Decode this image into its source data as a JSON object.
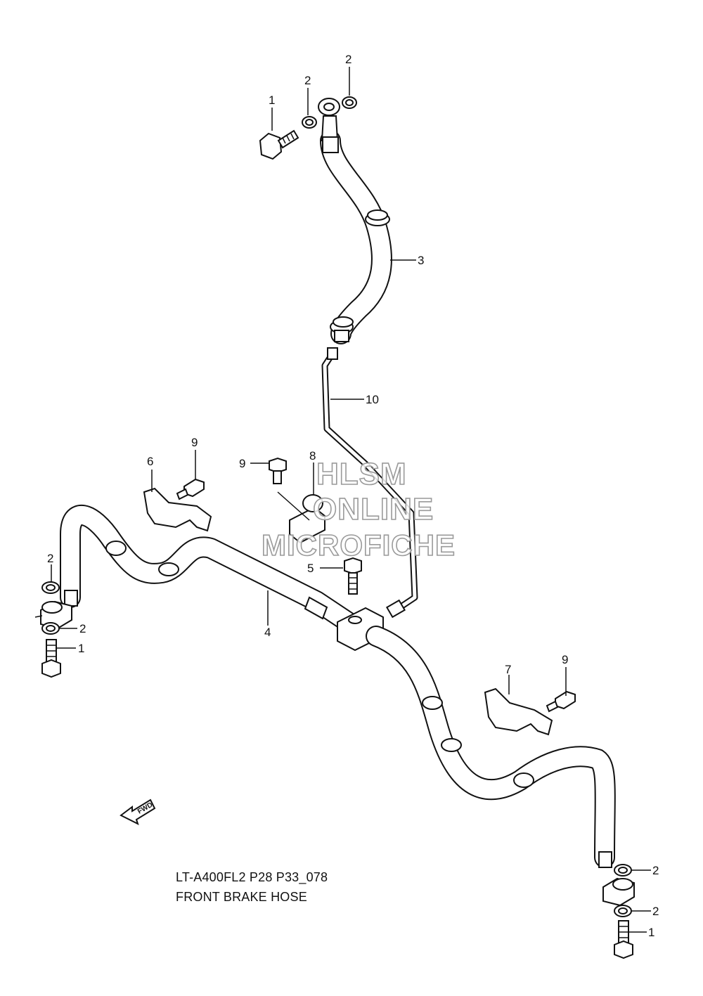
{
  "callouts": [
    {
      "id": "c1a",
      "text": "1"
    },
    {
      "id": "c2a",
      "text": "2"
    },
    {
      "id": "c2b",
      "text": "2"
    },
    {
      "id": "c3",
      "text": "3"
    },
    {
      "id": "c10",
      "text": "10"
    },
    {
      "id": "c9a",
      "text": "9"
    },
    {
      "id": "c6",
      "text": "6"
    },
    {
      "id": "c9b",
      "text": "9"
    },
    {
      "id": "c8",
      "text": "8"
    },
    {
      "id": "c5",
      "text": "5"
    },
    {
      "id": "c2c",
      "text": "2"
    },
    {
      "id": "c2d",
      "text": "2"
    },
    {
      "id": "c1b",
      "text": "1"
    },
    {
      "id": "c4",
      "text": "4"
    },
    {
      "id": "c7",
      "text": "7"
    },
    {
      "id": "c9c",
      "text": "9"
    },
    {
      "id": "c2e",
      "text": "2"
    },
    {
      "id": "c2f",
      "text": "2"
    },
    {
      "id": "c1c",
      "text": "1"
    }
  ],
  "caption": {
    "code": "LT-A400FL2 P28 P33_078",
    "title": "FRONT BRAKE HOSE"
  },
  "watermark": {
    "line1": "HLSM",
    "line2": "ONLINE",
    "line3": "MICROFICHE"
  },
  "fwd_label": "FWD"
}
